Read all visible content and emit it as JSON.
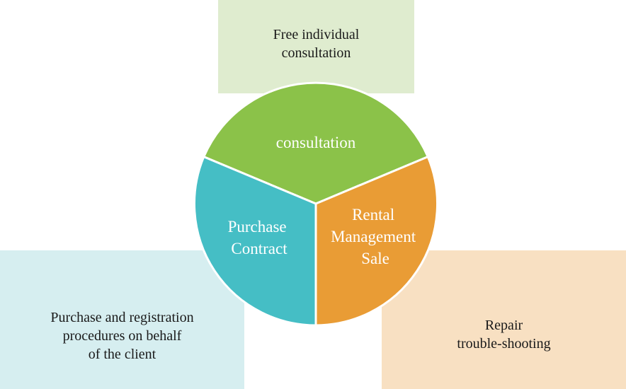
{
  "boxes": {
    "top": {
      "text": "Free individual\nconsultation",
      "color": "#dfeccf"
    },
    "left": {
      "text": "Purchase and registration\nprocedures on behalf\nof the client",
      "color": "#d6eef0"
    },
    "right": {
      "text": "Repair\ntrouble-shooting",
      "color": "#f8e0c2"
    }
  },
  "segments": {
    "top": {
      "lines": [
        "consultation"
      ],
      "color": "#8bc249"
    },
    "left": {
      "lines": [
        "Purchase",
        "Contract"
      ],
      "color": "#45bec5"
    },
    "right": {
      "lines": [
        "Rental",
        "Management",
        "Sale"
      ],
      "color": "#e99c35"
    }
  }
}
